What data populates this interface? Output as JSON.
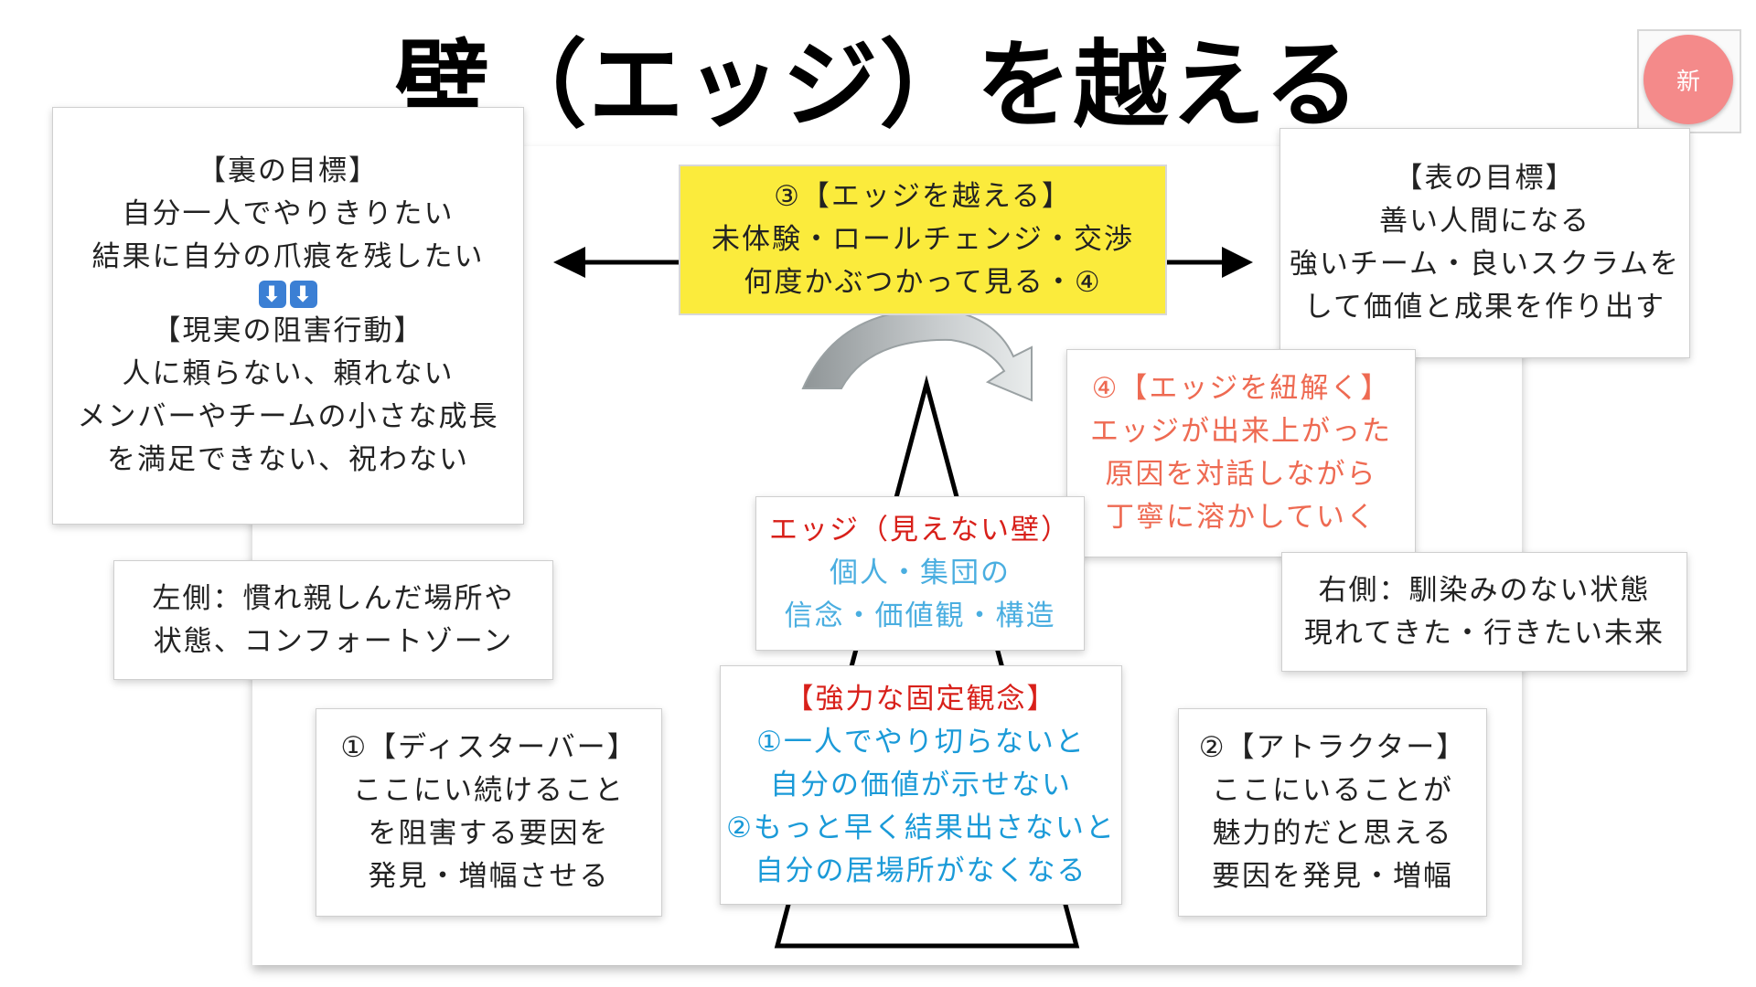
{
  "title": "壁（エッジ）を越える",
  "badge": "新",
  "boxes": {
    "left_goals": {
      "heading1": "【裏の目標】",
      "line1": "自分一人でやりきりたい",
      "line2": "結果に自分の爪痕を残したい",
      "heading2": "【現実の阻害行動】",
      "line3": "人に頼らない、頼れない",
      "line4": "メンバーやチームの小さな成長",
      "line5": "を満足できない、祝わない"
    },
    "center_top": {
      "line1": "③【エッジを越える】",
      "line2": "未体験・ロールチェンジ・交渉",
      "line3": "何度かぶつかって見る・④"
    },
    "right_goals": {
      "heading": "【表の目標】",
      "line1": "善い人間になる",
      "line2": "強いチーム・良いスクラムを",
      "line3": "して価値と成果を作り出す"
    },
    "unravel": {
      "line1": "④【エッジを紐解く】",
      "line2": "エッジが出来上がった",
      "line3": "原因を対話しながら",
      "line4": "丁寧に溶かしていく"
    },
    "edge": {
      "line1": "エッジ（見えない壁）",
      "line2": "個人・集団の",
      "line3": "信念・価値観・構造"
    },
    "left_side": {
      "line1": "左側：慣れ親しんだ場所や",
      "line2": "状態、コンフォートゾーン"
    },
    "right_side": {
      "line1": "右側：馴染みのない状態",
      "line2": "現れてきた・行きたい未来"
    },
    "disturber": {
      "line1": "①【ディスターバー】",
      "line2": "ここにい続けること",
      "line3": "を阻害する要因を",
      "line4": "発見・増幅させる"
    },
    "fixed_ideas": {
      "line1": "【強力な固定観念】",
      "line2": "①一人でやり切らないと",
      "line3": "自分の価値が示せない",
      "line4": "②もっと早く結果出さないと",
      "line5": "自分の居場所がなくなる"
    },
    "attractor": {
      "line1": "②【アトラクター】",
      "line2": "ここにいることが",
      "line3": "魅力的だと思える",
      "line4": "要因を発見・増幅"
    }
  },
  "colors": {
    "highlight_yellow": "#fbeb3c",
    "red": "#d8201a",
    "blue": "#1a9ad8",
    "coral": "#ee6a52",
    "badge_pink": "#f48a8a"
  }
}
